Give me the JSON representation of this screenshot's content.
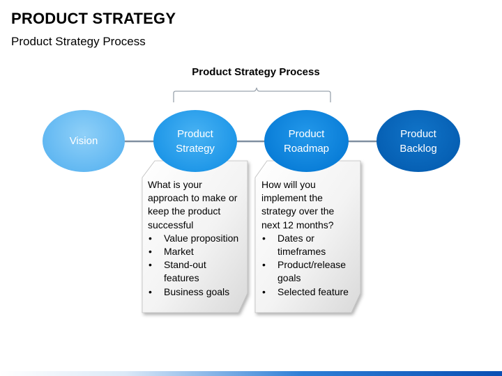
{
  "slide": {
    "title": "PRODUCT STRATEGY",
    "subtitle": "Product Strategy Process"
  },
  "diagram": {
    "heading": "Product Strategy Process",
    "nodes": [
      {
        "lines": [
          "Vision"
        ],
        "color": "#62b8f2"
      },
      {
        "lines": [
          "Product",
          "Strategy"
        ],
        "color": "#1f97e8"
      },
      {
        "lines": [
          "Product",
          "Roadmap"
        ],
        "color": "#0a7ed8"
      },
      {
        "lines": [
          "Product",
          "Backlog"
        ],
        "color": "#0660b4"
      }
    ],
    "cards": [
      {
        "intro": [
          "What is your",
          "approach to make or",
          "keep the product",
          "successful"
        ],
        "bullets": [
          [
            "Value proposition"
          ],
          [
            "Market"
          ],
          [
            "Stand-out",
            "features"
          ],
          [
            "Business goals"
          ]
        ]
      },
      {
        "intro": [
          "How will you",
          "implement the",
          "strategy over the",
          "next 12 months?"
        ],
        "bullets": [
          [
            "Dates or",
            "timeframes"
          ],
          [
            "Product/release",
            "goals"
          ],
          [
            "Selected feature"
          ]
        ]
      }
    ],
    "connector_color": "#7f8fa0",
    "bracket_color": "#9aa3ad",
    "card_shade": "#e6e6e6"
  }
}
